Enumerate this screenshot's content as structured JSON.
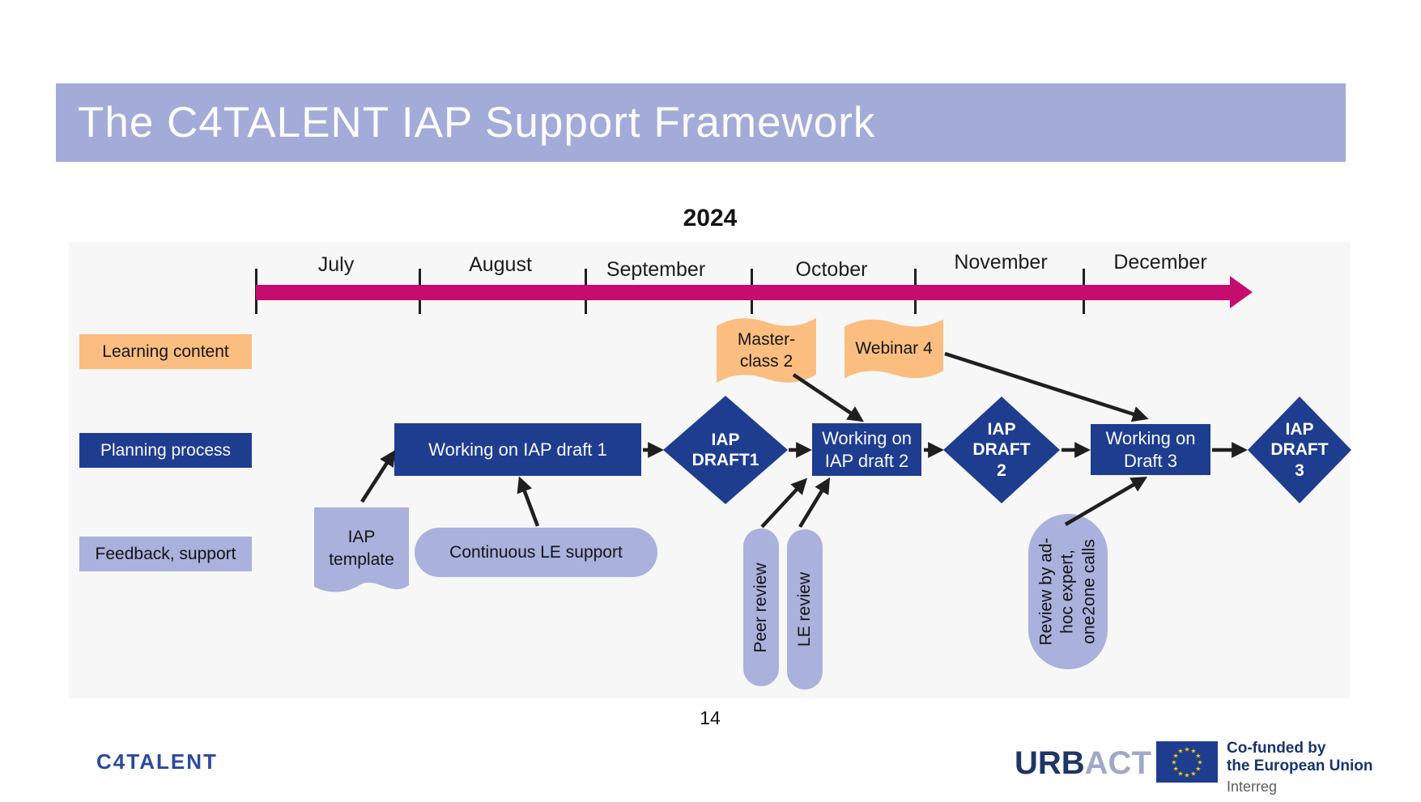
{
  "slide": {
    "title": "The C4TALENT IAP Support Framework",
    "year": "2024",
    "page_number": "14"
  },
  "timeline": {
    "months": [
      "July",
      "August",
      "September",
      "October",
      "November",
      "December"
    ],
    "bar_color": "#c60c6e"
  },
  "rows": {
    "learning": "Learning content",
    "planning": "Planning process",
    "feedback": "Feedback, support"
  },
  "flags": {
    "masterclass": "Master-\nclass 2",
    "webinar": "Webinar 4",
    "iap_template": "IAP\ntemplate"
  },
  "boxes": {
    "draft1": "Working on IAP draft 1",
    "draft2": "Working on\nIAP draft 2",
    "draft3": "Working on\nDraft 3"
  },
  "diamonds": {
    "d1": "IAP\nDRAFT1",
    "d2": "IAP\nDRAFT\n2",
    "d3": "IAP\nDRAFT\n3"
  },
  "supports": {
    "le_support": "Continuous LE support",
    "peer_review": "Peer review",
    "le_review": "LE review",
    "adhoc_review": "Review by ad-\nhoc expert,\none2one calls"
  },
  "footer": {
    "c4talent": "C4TALENT",
    "urbact_urb": "URB",
    "urbact_act": "ACT",
    "eu_line1": "Co-funded by",
    "eu_line2": "the European Union",
    "eu_line3": "Interreg"
  },
  "colors": {
    "header_band": "#a3acd8",
    "timeline_magenta": "#c60c6e",
    "process_blue": "#1e3d8f",
    "learning_orange": "#fbbe80",
    "support_lilac": "#a9b1dc",
    "panel_gray": "#f7f7f7"
  }
}
